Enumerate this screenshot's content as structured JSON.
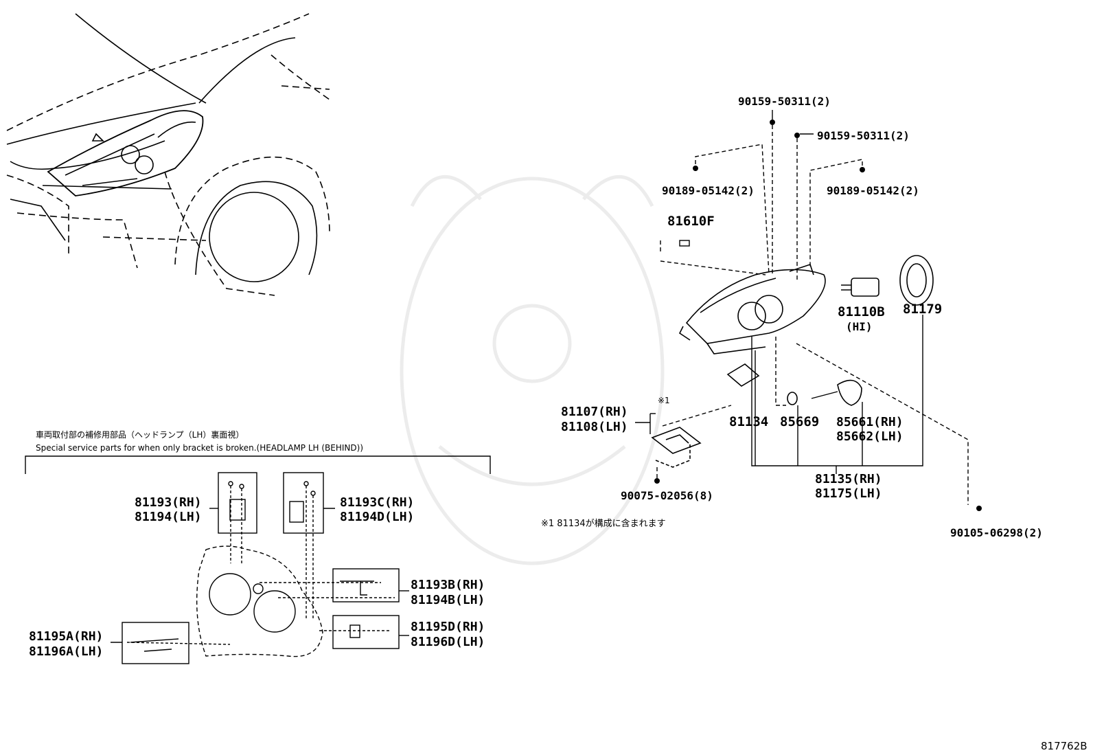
{
  "diagram_id": "817762B",
  "note_jp": "車両取付部の補修用部品（ヘッドランプ（LH）裏面視）",
  "note_en": "Special service parts for when only bracket is broken.(HEADLAMP LH (BEHIND))",
  "footnote_mark": "※1",
  "footnote": "※1 81134が構成に含まれます",
  "parts": {
    "p90159_top": "90159-50311(2)",
    "p90159_right": "90159-50311(2)",
    "p90189_left": "90189-05142(2)",
    "p90189_right": "90189-05142(2)",
    "p81610F": "81610F",
    "p81110B": "81110B",
    "p81110B_note": "(HI)",
    "p81179": "81179",
    "p81107": "81107(RH)",
    "p81108": "81108(LH)",
    "p81134": "81134",
    "p85669": "85669",
    "p85661": "85661(RH)",
    "p85662": "85662(LH)",
    "p81135": "81135(RH)",
    "p81175": "81175(LH)",
    "p90075": "90075-02056(8)",
    "p90105": "90105-06298(2)",
    "p81193": "81193(RH)",
    "p81194": "81194(LH)",
    "p81193C": "81193C(RH)",
    "p81194D": "81194D(LH)",
    "p81193B": "81193B(RH)",
    "p81194B": "81194B(LH)",
    "p81195D": "81195D(RH)",
    "p81196D": "81196D(LH)",
    "p81195A": "81195A(RH)",
    "p81196A": "81196A(LH)"
  }
}
